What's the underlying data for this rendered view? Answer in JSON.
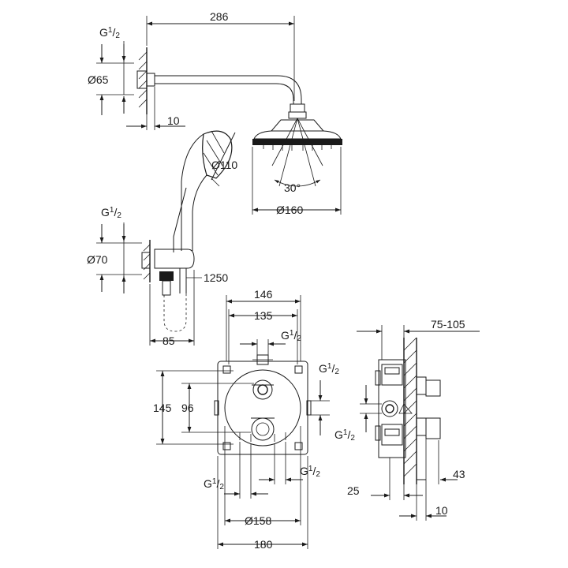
{
  "dimensions": {
    "arm_length": "286",
    "flange_diameter_top": "Ø65",
    "wall_offset_top": "10",
    "spray_angle": "30°",
    "head_diameter": "Ø160",
    "hand_shower_diameter": "Ø110",
    "flange_diameter_bottom": "Ø70",
    "hose_length": "1250",
    "elbow_projection": "85",
    "plate_width": "146",
    "plate_inner_width": "135",
    "height_outer": "145",
    "height_inner": "96",
    "rosette_diameter": "Ø158",
    "box_width": "180",
    "depth_range": "75-105",
    "depth_25": "25",
    "depth_43": "43",
    "depth_10": "10"
  },
  "threads": {
    "g": "G",
    "num": "1",
    "slash": "/",
    "den": "2"
  }
}
